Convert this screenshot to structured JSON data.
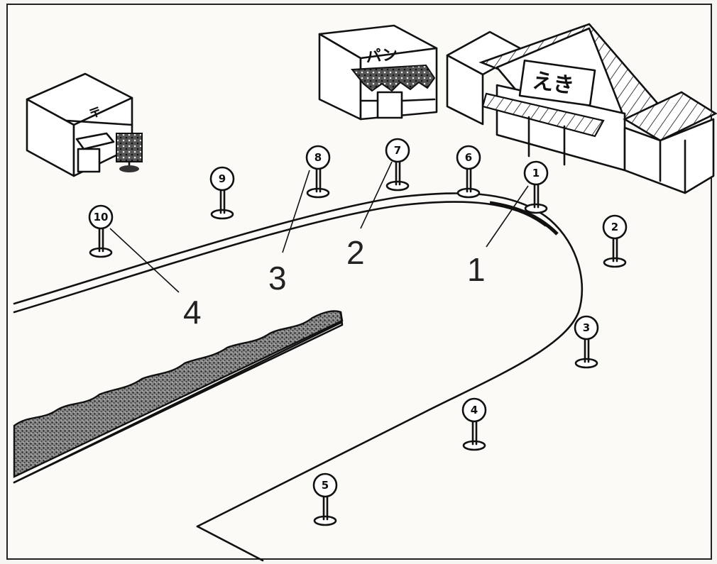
{
  "buildings": {
    "post_office_sign": "〒",
    "bakery_sign": "パン",
    "station_sign": "えき"
  },
  "bus_stops": [
    "1",
    "2",
    "3",
    "4",
    "5",
    "6",
    "7",
    "8",
    "9",
    "10"
  ],
  "callouts": [
    "1",
    "2",
    "3",
    "4"
  ],
  "colors": {
    "ink": "#111111",
    "paper": "#f7f5f1",
    "hedge": "#555555"
  }
}
